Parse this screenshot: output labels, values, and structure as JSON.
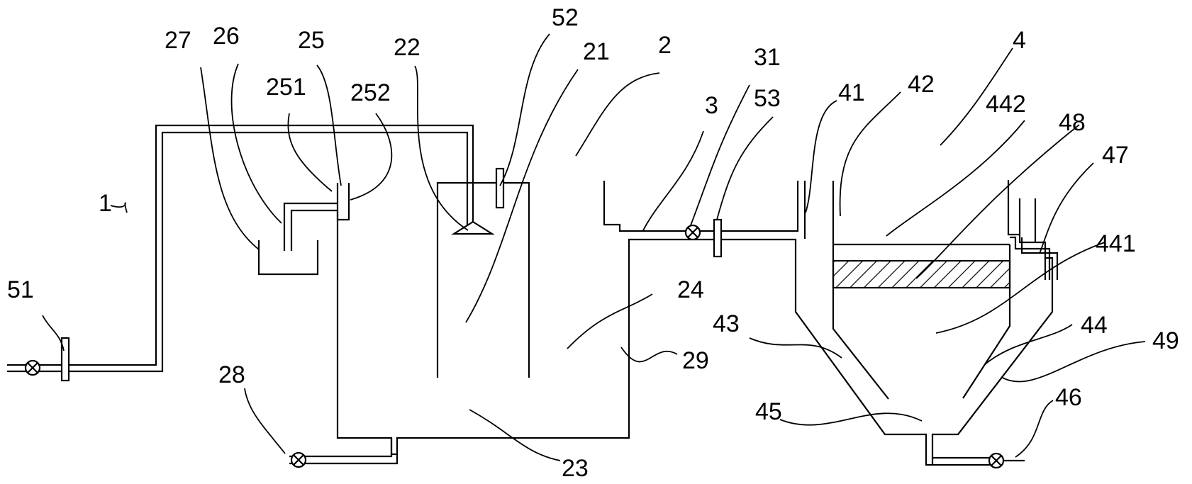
{
  "labels": {
    "1": "1",
    "2": "2",
    "3": "3",
    "4": "4",
    "21": "21",
    "22": "22",
    "23": "23",
    "24": "24",
    "25": "25",
    "26": "26",
    "27": "27",
    "28": "28",
    "29": "29",
    "31": "31",
    "41": "41",
    "42": "42",
    "43": "43",
    "44": "44",
    "45": "45",
    "46": "46",
    "47": "47",
    "48": "48",
    "49": "49",
    "51": "51",
    "52": "52",
    "53": "53",
    "251": "251",
    "252": "252",
    "441": "441",
    "442": "442"
  },
  "colors": {
    "line": "#000000",
    "background": "#ffffff"
  },
  "components": {
    "valves": [
      "valve-51",
      "valve-28",
      "valve-31",
      "valve-46"
    ],
    "flow_meters": [
      "flowmeter-51",
      "flowmeter-52",
      "flowmeter-53"
    ],
    "tanks": [
      "sedimentation-tank-2",
      "filter-tank-4",
      "trough-27"
    ],
    "media": [
      "filter-media-48"
    ]
  }
}
